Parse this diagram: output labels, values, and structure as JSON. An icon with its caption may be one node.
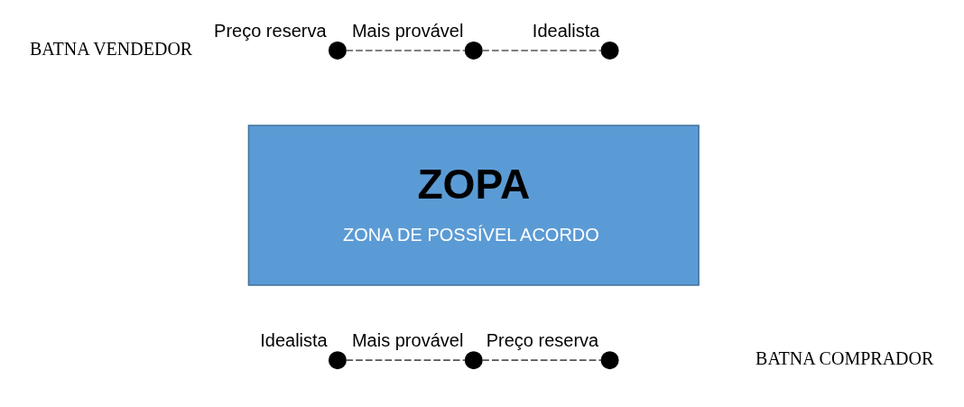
{
  "diagram": {
    "nodes": [
      {
        "text": [],
        "shape": "circle",
        "beside": [
          "Preço reserva"
        ]
      },
      {
        "text": [],
        "shape": "circle",
        "beside": [
          "Mais provável"
        ]
      },
      {
        "text": [],
        "shape": "circle",
        "beside": [
          "Idealista"
        ]
      },
      {
        "text": [
          "ZOPA",
          "ZONA DE POSSÍVEL ACORDO"
        ]
      },
      {
        "text": [],
        "shape": "circle",
        "beside": [
          "Idealista"
        ]
      },
      {
        "text": [],
        "shape": "circle",
        "beside": [
          "Mais provável"
        ]
      },
      {
        "text": [],
        "shape": "circle",
        "beside": [
          "Preço reserva"
        ]
      }
    ],
    "edges": [
      {
        "from": 0,
        "to": 1,
        "arrow": "none",
        "style": "dashed"
      },
      {
        "from": 1,
        "to": 2,
        "arrow": "none",
        "style": "dashed"
      },
      {
        "from": 4,
        "to": 5,
        "arrow": "none",
        "style": "dashed"
      },
      {
        "from": 5,
        "to": 6,
        "arrow": "none",
        "style": "dashed"
      }
    ],
    "labels": [
      "BATNA VENDEDOR",
      "BATNA COMPRADOR"
    ]
  }
}
